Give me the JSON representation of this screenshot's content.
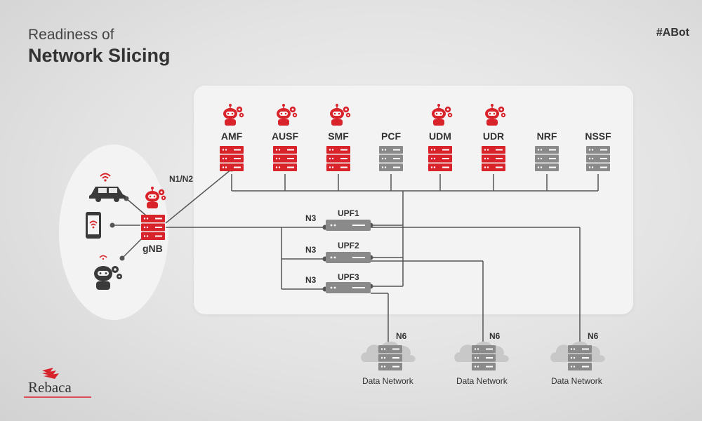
{
  "title": {
    "line1": "Readiness of",
    "line2": "Network Slicing"
  },
  "hashtag": "#ABot",
  "core_functions": [
    {
      "label": "AMF",
      "bot": true,
      "color": "red"
    },
    {
      "label": "AUSF",
      "bot": true,
      "color": "red"
    },
    {
      "label": "SMF",
      "bot": true,
      "color": "red"
    },
    {
      "label": "PCF",
      "bot": false,
      "color": "gray"
    },
    {
      "label": "UDM",
      "bot": true,
      "color": "red"
    },
    {
      "label": "UDR",
      "bot": true,
      "color": "red"
    },
    {
      "label": "NRF",
      "bot": false,
      "color": "gray"
    },
    {
      "label": "NSSF",
      "bot": false,
      "color": "gray"
    }
  ],
  "ran": {
    "gnb_label": "gNB",
    "interface_label": "N1/N2"
  },
  "upfs": [
    {
      "label": "UPF1",
      "interface": "N3"
    },
    {
      "label": "UPF2",
      "interface": "N3"
    },
    {
      "label": "UPF3",
      "interface": "N3"
    }
  ],
  "data_networks": [
    {
      "label": "Data Network",
      "interface": "N6"
    },
    {
      "label": "Data Network",
      "interface": "N6"
    },
    {
      "label": "Data Network",
      "interface": "N6"
    }
  ],
  "logo": "Rebaca",
  "colors": {
    "red": "#d8232a",
    "gray": "#8a8a8a",
    "line": "#555555"
  }
}
